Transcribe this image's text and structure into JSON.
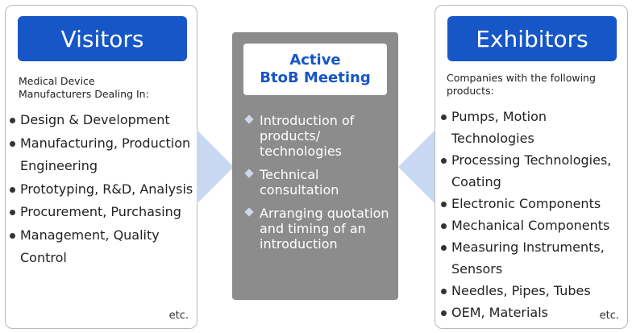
{
  "visitors": {
    "title": "Visitors",
    "subtitle_lines": [
      "Medical Device",
      "Manufacturers Dealing In:"
    ],
    "items": [
      "Design & Development",
      "Manufacturing, Production Engineering",
      "Prototyping, R&D, Analysis",
      "Procurement, Purchasing",
      "Management, Quality Control"
    ],
    "etc": "etc."
  },
  "center": {
    "title_lines": [
      "Active",
      "BtoB Meeting"
    ],
    "items": [
      "Introduction of products/ technologies",
      "Technical consultation",
      "Arranging quotation and timing of an introduction"
    ]
  },
  "exhibitors": {
    "title": "Exhibitors",
    "subtitle_lines": [
      "Companies with the following",
      "products:"
    ],
    "items": [
      "Pumps, Motion Technologies",
      "Processing Technologies, Coating",
      "Electronic Components",
      "Mechanical Components",
      "Measuring Instruments, Sensors",
      "Needles, Pipes, Tubes",
      "OEM, Materials"
    ],
    "etc": "etc."
  },
  "colors": {
    "accent_blue": "#1656c7",
    "center_gray": "#8c8c8c",
    "arrow_blue": "#c9d8f2"
  }
}
